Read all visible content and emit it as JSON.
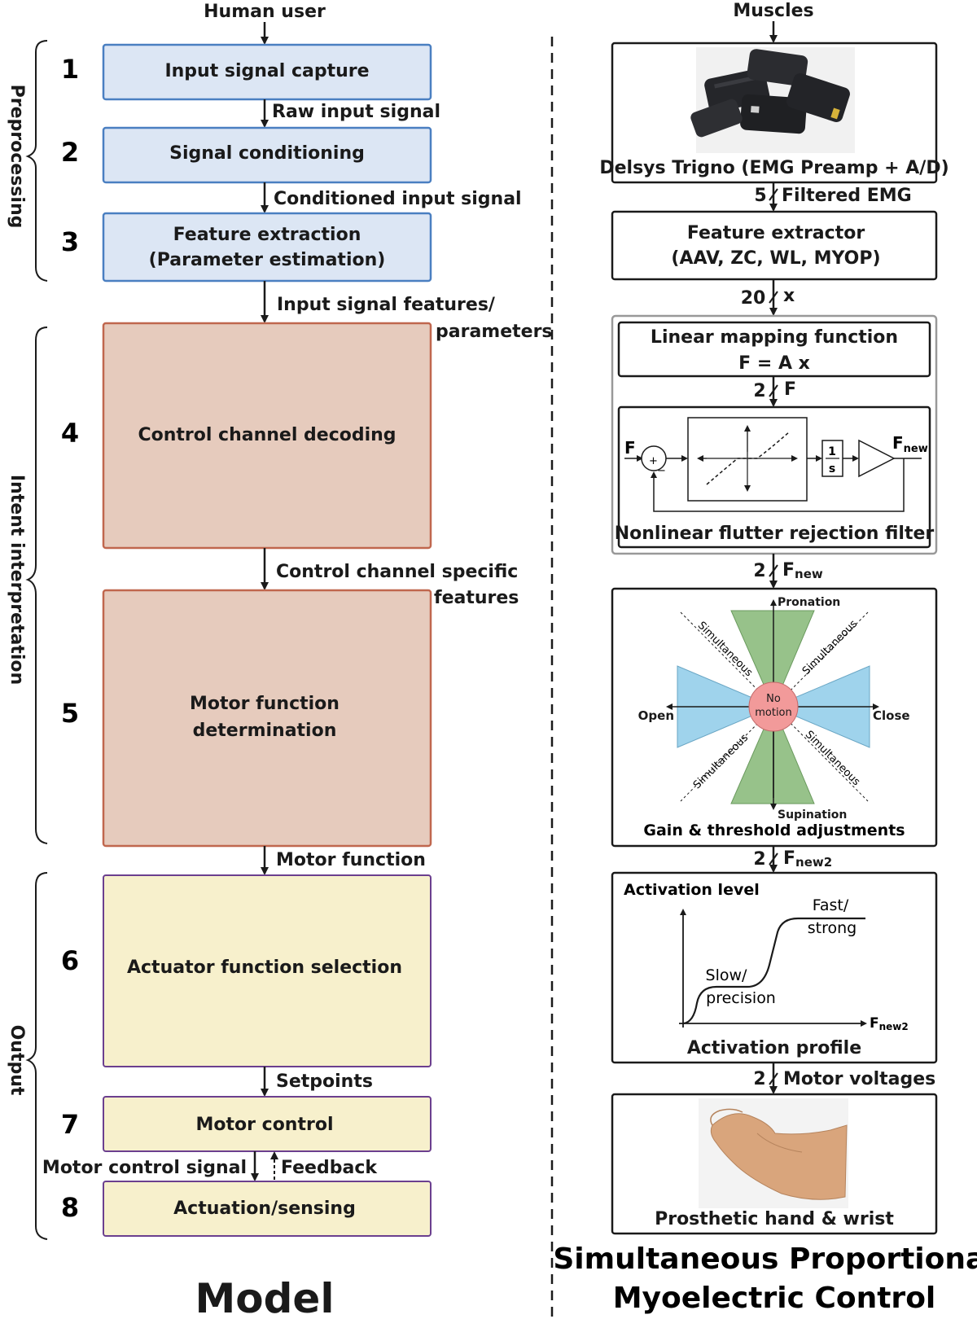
{
  "left": {
    "top_input": "Human user",
    "steps": [
      {
        "num": "1",
        "lines": [
          "Input signal capture"
        ]
      },
      {
        "num": "2",
        "lines": [
          "Signal conditioning"
        ]
      },
      {
        "num": "3",
        "lines": [
          "Feature extraction",
          "(Parameter estimation)"
        ]
      },
      {
        "num": "4",
        "lines": [
          "Control channel decoding"
        ]
      },
      {
        "num": "5",
        "lines": [
          "Motor function",
          "determination"
        ]
      },
      {
        "num": "6",
        "lines": [
          "Actuator function selection"
        ]
      },
      {
        "num": "7",
        "lines": [
          "Motor control"
        ]
      },
      {
        "num": "8",
        "lines": [
          "Actuation/sensing"
        ]
      }
    ],
    "signals": {
      "raw": "Raw input signal",
      "conditioned": "Conditioned input signal",
      "features": [
        "Input signal features/",
        "parameters"
      ],
      "channel": [
        "Control channel specific",
        "features"
      ],
      "motor_function": "Motor function",
      "setpoints": "Setpoints",
      "motor_control_signal": "Motor control signal",
      "feedback": "Feedback"
    },
    "groups": {
      "preprocessing": "Preprocessing",
      "intent": "Intent interpretation",
      "output": "Output"
    },
    "footer": "Model"
  },
  "right": {
    "top_input": "Muscles",
    "device_caption": "Delsys Trigno (EMG Preamp + A/D)",
    "sig1": {
      "count": "5",
      "label": "Filtered EMG"
    },
    "extractor": [
      "Feature extractor",
      "(AAV, ZC, WL, MYOP)"
    ],
    "sig2": {
      "count": "20",
      "label": "x"
    },
    "linear": [
      "Linear mapping function",
      "F = A x"
    ],
    "sig3": {
      "count": "2",
      "label": "F"
    },
    "filter": {
      "caption": "Nonlinear flutter rejection filter",
      "in_label": "F",
      "out_main": "F",
      "out_sub": "new",
      "frac_num": "1",
      "frac_den": "s",
      "plus": "+",
      "minus": "−"
    },
    "sig4": {
      "count": "2",
      "main": "F",
      "sub": "new"
    },
    "gain": {
      "pronation": "Pronation",
      "supination": "Supination",
      "open": "Open",
      "close": "Close",
      "no_motion": [
        "No",
        "motion"
      ],
      "simultaneous": "Simultaneous",
      "caption": "Gain & threshold adjustments"
    },
    "sig5": {
      "count": "2",
      "main": "F",
      "sub": "new2"
    },
    "profile": {
      "ylabel": "Activation level",
      "fast": [
        "Fast/",
        "strong"
      ],
      "slow": [
        "Slow/",
        "precision"
      ],
      "xmain": "F",
      "xsub": "new2",
      "caption": "Activation profile"
    },
    "sig6": {
      "count": "2",
      "label": "Motor voltages"
    },
    "hand_caption": "Prosthetic hand & wrist",
    "footer": [
      "Simultaneous Proportional",
      "Myoelectric Control"
    ]
  },
  "colors": {
    "blue_fill": "#dce6f4",
    "blue_stroke": "#4a7fc1",
    "brown_fill": "#e6cbbd",
    "brown_stroke": "#c0674e",
    "yellow_fill": "#f7f0cc",
    "yellow_stroke": "#6b3f8f",
    "green": "#97c28a",
    "sky": "#9fd3ec",
    "pink": "#f29a9a"
  }
}
